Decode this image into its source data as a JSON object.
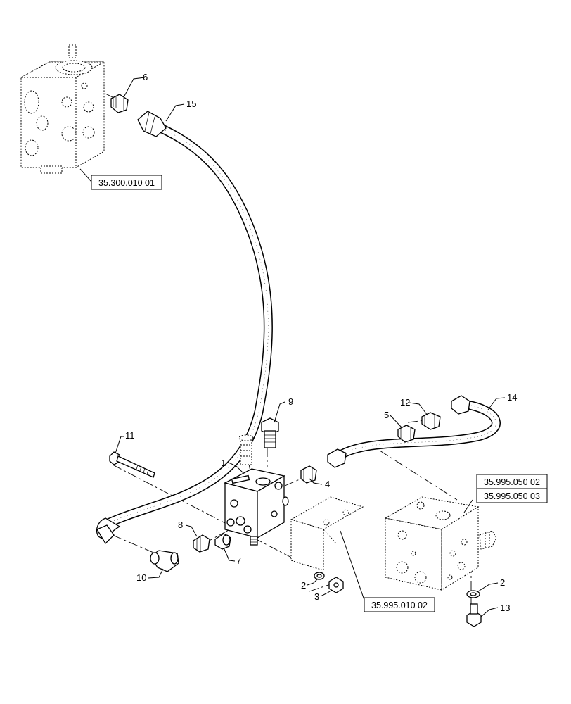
{
  "callouts": {
    "c1": "1",
    "c2a": "2",
    "c2b": "2",
    "c3": "3",
    "c4": "4",
    "c5": "5",
    "c6": "6",
    "c7": "7",
    "c8": "8",
    "c9": "9",
    "c10": "10",
    "c11": "11",
    "c12": "12",
    "c13": "13",
    "c14": "14",
    "c15": "15"
  },
  "references": {
    "ref_main_valve": "35.300.010 01",
    "ref_bracket": "35.995.010 02",
    "ref_manifold_a": "35.995.050 02",
    "ref_manifold_b": "35.995.050 03"
  }
}
